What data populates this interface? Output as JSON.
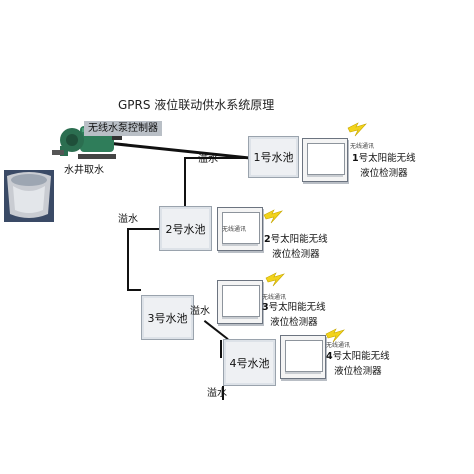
{
  "diagram": {
    "title": "GPRS 液位联动供水系统原理",
    "controller_label": "无线水泵控制器",
    "well_label": "水井取水",
    "wireless_text": "无线通讯",
    "tanks": [
      {
        "label": "1号水池"
      },
      {
        "label": "2号水池"
      },
      {
        "label": "3号水池"
      },
      {
        "label": "4号水池"
      }
    ],
    "overflow_label": "溢水",
    "detectors": [
      {
        "num": "1",
        "line1": "号太阳能无线",
        "line2": "液位检测器"
      },
      {
        "num": "2",
        "line1": "号太阳能无线",
        "line2": "液位检测器"
      },
      {
        "num": "3",
        "line1": "号太阳能无线",
        "line2": "液位检测器"
      },
      {
        "num": "4",
        "line1": "号太阳能无线",
        "line2": "液位检测器"
      }
    ],
    "colors": {
      "pipe": "#111111",
      "lightning": "#f2d31b",
      "pump": "#2f7d5a",
      "tank_fill": "#eef0f3"
    }
  }
}
